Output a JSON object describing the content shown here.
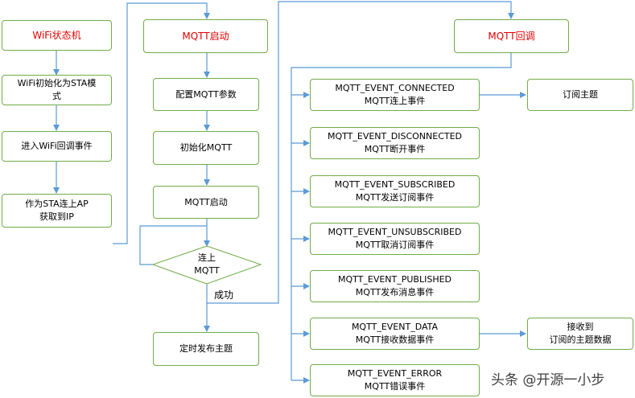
{
  "colors": {
    "box_border": "#70ad47",
    "connector": "#5b9bd5",
    "title_text": "#e00000"
  },
  "wifi": {
    "title": "WiFi状态机",
    "step1": [
      "WiFi初始化为STA模",
      "式"
    ],
    "step2": "进入WiFi回调事件",
    "step3": [
      "作为STA连上AP",
      "获取到IP"
    ]
  },
  "mqtt_start": {
    "title": "MQTT启动",
    "step1": "配置MQTT参数",
    "step2": "初始化MQTT",
    "step3": "MQTT启动",
    "decision": [
      "连上",
      "MQTT"
    ],
    "success_label": "成功",
    "final": "定时发布主题"
  },
  "mqtt_callback": {
    "title": "MQTT回调",
    "events": [
      [
        "MQTT_EVENT_CONNECTED",
        "MQTT连上事件"
      ],
      [
        "MQTT_EVENT_DISCONNECTED",
        "MQTT断开事件"
      ],
      [
        "MQTT_EVENT_SUBSCRIBED",
        "MQTT发送订阅事件"
      ],
      [
        "MQTT_EVENT_UNSUBSCRIBED",
        "MQTT取消订阅事件"
      ],
      [
        "MQTT_EVENT_PUBLISHED",
        "MQTT发布消息事件"
      ],
      [
        "MQTT_EVENT_DATA",
        "MQTT接收数据事件"
      ],
      [
        "MQTT_EVENT_ERROR",
        "MQTT错误事件"
      ]
    ],
    "subscribe_action": "订阅主题",
    "receive_action": [
      "接收到",
      "订阅的主题数据"
    ]
  },
  "watermark": "头条 @开源一小步"
}
